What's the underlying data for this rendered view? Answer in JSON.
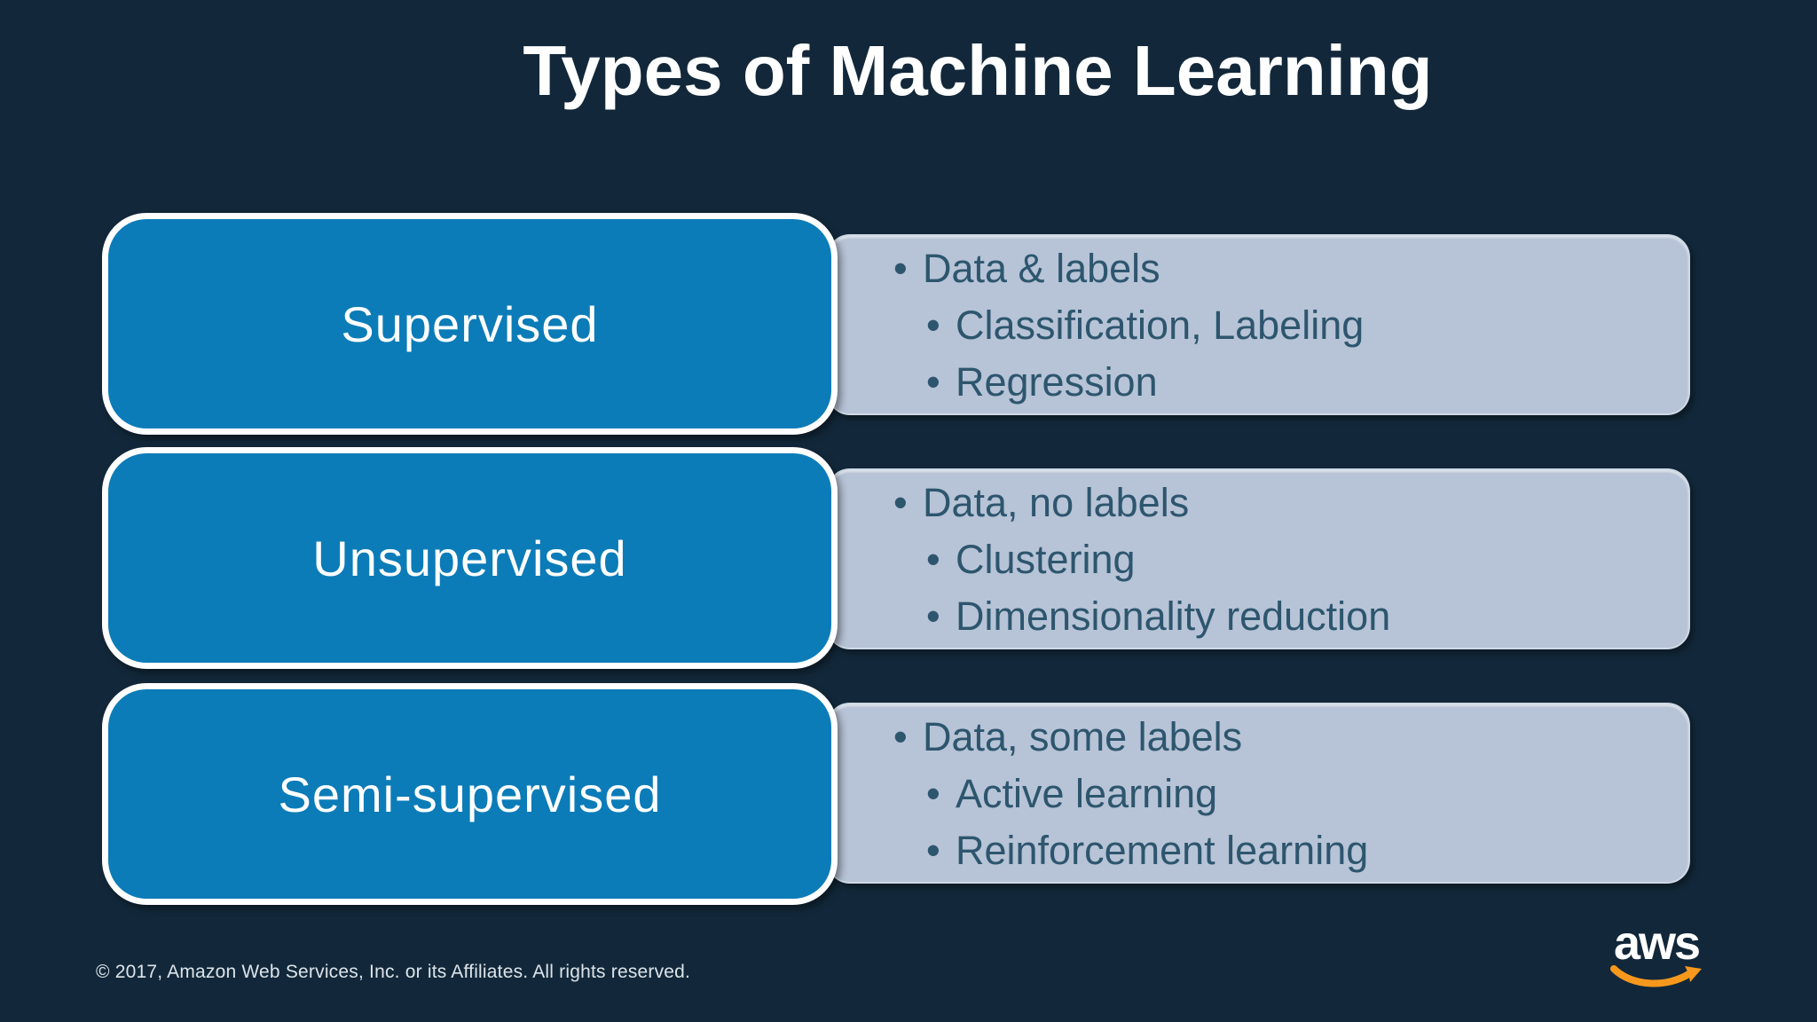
{
  "slide": {
    "title": "Types of Machine Learning",
    "copyright": "© 2017, Amazon Web Services, Inc. or its Affiliates. All rights reserved.",
    "logo": {
      "text": "aws",
      "icon": "aws-smile-arrow-icon"
    }
  },
  "colors": {
    "background": "#12283A",
    "box_blue": "#0B7CB8",
    "box_border_white": "#FFFFFF",
    "panel_gray": "#B7C3D6",
    "bullet_text": "#2D566E",
    "title_text": "#FFFFFF",
    "aws_orange": "#F7981D"
  },
  "rows": [
    {
      "label": "Supervised",
      "bullets": [
        {
          "level": 1,
          "text": "Data & labels"
        },
        {
          "level": 2,
          "text": "Classification, Labeling"
        },
        {
          "level": 2,
          "text": "Regression"
        }
      ]
    },
    {
      "label": "Unsupervised",
      "bullets": [
        {
          "level": 1,
          "text": "Data, no labels"
        },
        {
          "level": 2,
          "text": "Clustering"
        },
        {
          "level": 2,
          "text": "Dimensionality reduction"
        }
      ]
    },
    {
      "label": "Semi-supervised",
      "bullets": [
        {
          "level": 1,
          "text": "Data, some labels"
        },
        {
          "level": 2,
          "text": "Active learning"
        },
        {
          "level": 2,
          "text": "Reinforcement learning"
        }
      ]
    }
  ]
}
